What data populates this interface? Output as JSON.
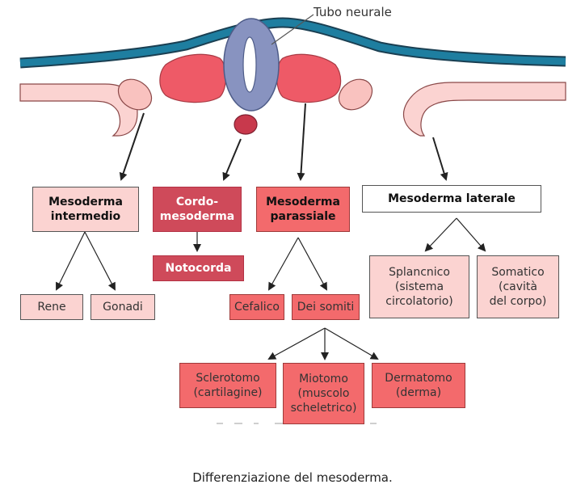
{
  "diagram": {
    "tube_label": "Tubo neurale",
    "boxes": {
      "mesoderma_intermedio": "Mesoderma\nintermedio",
      "cordo_mesoderma": "Cordo-\nmesoderma",
      "mesoderma_parassiale": "Mesoderma\nparassiale",
      "mesoderma_laterale": "Mesoderma laterale",
      "notocorda": "Notocorda",
      "rene": "Rene",
      "gonadi": "Gonadi",
      "cefalico": "Cefalico",
      "dei_somiti": "Dei somiti",
      "splancnico": "Splancnico\n(sistema\ncircolatorio)",
      "somatico": "Somatico\n(cavità\ndel corpo)",
      "sclerotomo": "Sclerotomo\n(cartilagine)",
      "miotomo": "Miotomo\n(muscolo\nscheletrico)",
      "dermatomo": "Dermatomo\n(derma)"
    },
    "colors": {
      "ectoderm": "#1e6e8c",
      "neural_tube": "#8893c0",
      "somite": "#ee5a67",
      "notochord": "#c8394c",
      "tissue_pale": "#fbd3d1",
      "box_dark": "#cf4a5a",
      "box_coral": "#f36a6c"
    }
  },
  "caption": "Differenziazione del mesoderma."
}
